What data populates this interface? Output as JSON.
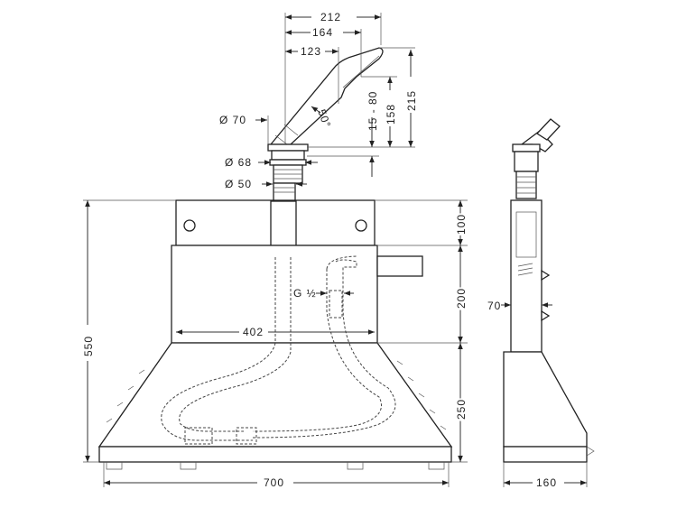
{
  "dimensions": {
    "top_212": "212",
    "top_164": "164",
    "top_123": "123",
    "height_215": "215",
    "height_158": "158",
    "height_15_80": "15 - 80",
    "angle": "50°",
    "dia_70": "Ø 70",
    "dia_68": "Ø 68",
    "dia_50": "Ø 50",
    "total_height": "550",
    "seg_100": "100",
    "seg_200": "200",
    "seg_250": "250",
    "inner_width": "402",
    "thread": "G ½",
    "total_width": "700",
    "side_70": "70",
    "side_depth": "160"
  }
}
